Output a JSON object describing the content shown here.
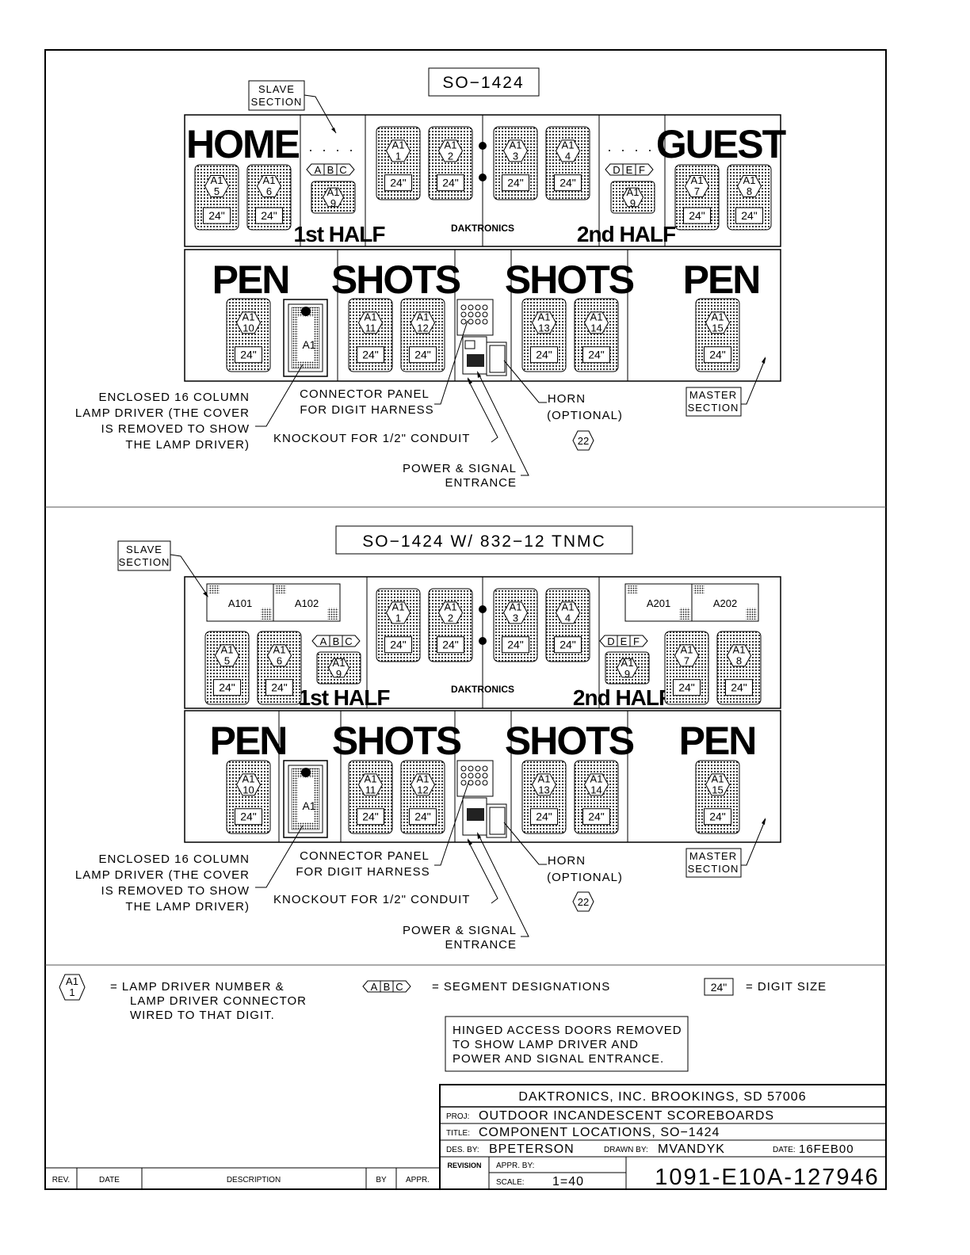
{
  "top": {
    "title": "SO−1424",
    "labels": {
      "home": "HOME",
      "guest": "GUEST",
      "pen": "PEN",
      "shots": "SHOTS",
      "first_half": "1st HALF",
      "second_half": "2nd HALF",
      "brand": "DAKTRONICS"
    }
  },
  "bottom": {
    "title": "SO−1424  W/  832−12  TNMC",
    "labels": {
      "pen": "PEN",
      "shots": "SHOTS",
      "first_half": "1st HALF",
      "second_half": "2nd HALF",
      "brand": "DAKTRONICS"
    },
    "drivers": [
      "A101",
      "A102",
      "A201",
      "A202"
    ]
  },
  "digit": {
    "prefix": "A1",
    "size": "24\""
  },
  "segments": {
    "left": [
      "A",
      "B",
      "C"
    ],
    "right": [
      "D",
      "E",
      "F"
    ]
  },
  "callouts": {
    "slave_l1": "SLAVE",
    "slave_l2": "SECTION",
    "master_l1": "MASTER",
    "master_l2": "SECTION",
    "lamp_l1": "ENCLOSED  16  COLUMN",
    "lamp_l2": "LAMP  DRIVER  (THE  COVER",
    "lamp_l3": "IS  REMOVED  TO  SHOW",
    "lamp_l4": "THE  LAMP  DRIVER)",
    "conn_l1": "CONNECTOR  PANEL",
    "conn_l2": "FOR  DIGIT  HARNESS",
    "knockout": "KNOCKOUT  FOR  1/2\"  CONDUIT",
    "power_l1": "POWER  &  SIGNAL",
    "power_l2": "ENTRANCE",
    "horn_l1": "HORN",
    "horn_l2": "(OPTIONAL)",
    "note_num": "22",
    "driver_a1": "A1"
  },
  "legend": {
    "lamp_l1": "=  LAMP  DRIVER  NUMBER  &",
    "lamp_l2": "LAMP  DRIVER  CONNECTOR",
    "lamp_l3": "WIRED  TO  THAT  DIGIT.",
    "seg": "=  SEGMENT  DESIGNATIONS",
    "size": "=  DIGIT  SIZE",
    "hex_top": "A1",
    "hex_bottom": "1",
    "note_l1": "HINGED  ACCESS  DOORS  REMOVED",
    "note_l2": "TO  SHOW  LAMP  DRIVER  AND",
    "note_l3": "POWER  AND  SIGNAL  ENTRANCE."
  },
  "title_block": {
    "company": "DAKTRONICS,  INC.    BROOKINGS,  SD  57006",
    "proj_label": "PROJ:",
    "proj": "OUTDOOR  INCANDESCENT  SCOREBOARDS",
    "title_label": "TITLE:",
    "title": "COMPONENT  LOCATIONS,  SO−1424",
    "des_label": "DES. BY:",
    "des": "BPETERSON",
    "drawn_label": "DRAWN  BY:",
    "drawn": "MVANDYK",
    "date_label": "DATE:",
    "date": "16FEB00",
    "revision": "REVISION",
    "appr_by": "APPR. BY:",
    "scale_label": "SCALE:",
    "scale": "1=40",
    "drawing_no": "1091-E10A-127946"
  },
  "revision_table": {
    "rev": "REV.",
    "date": "DATE",
    "desc": "DESCRIPTION",
    "by": "BY",
    "appr": "APPR."
  }
}
